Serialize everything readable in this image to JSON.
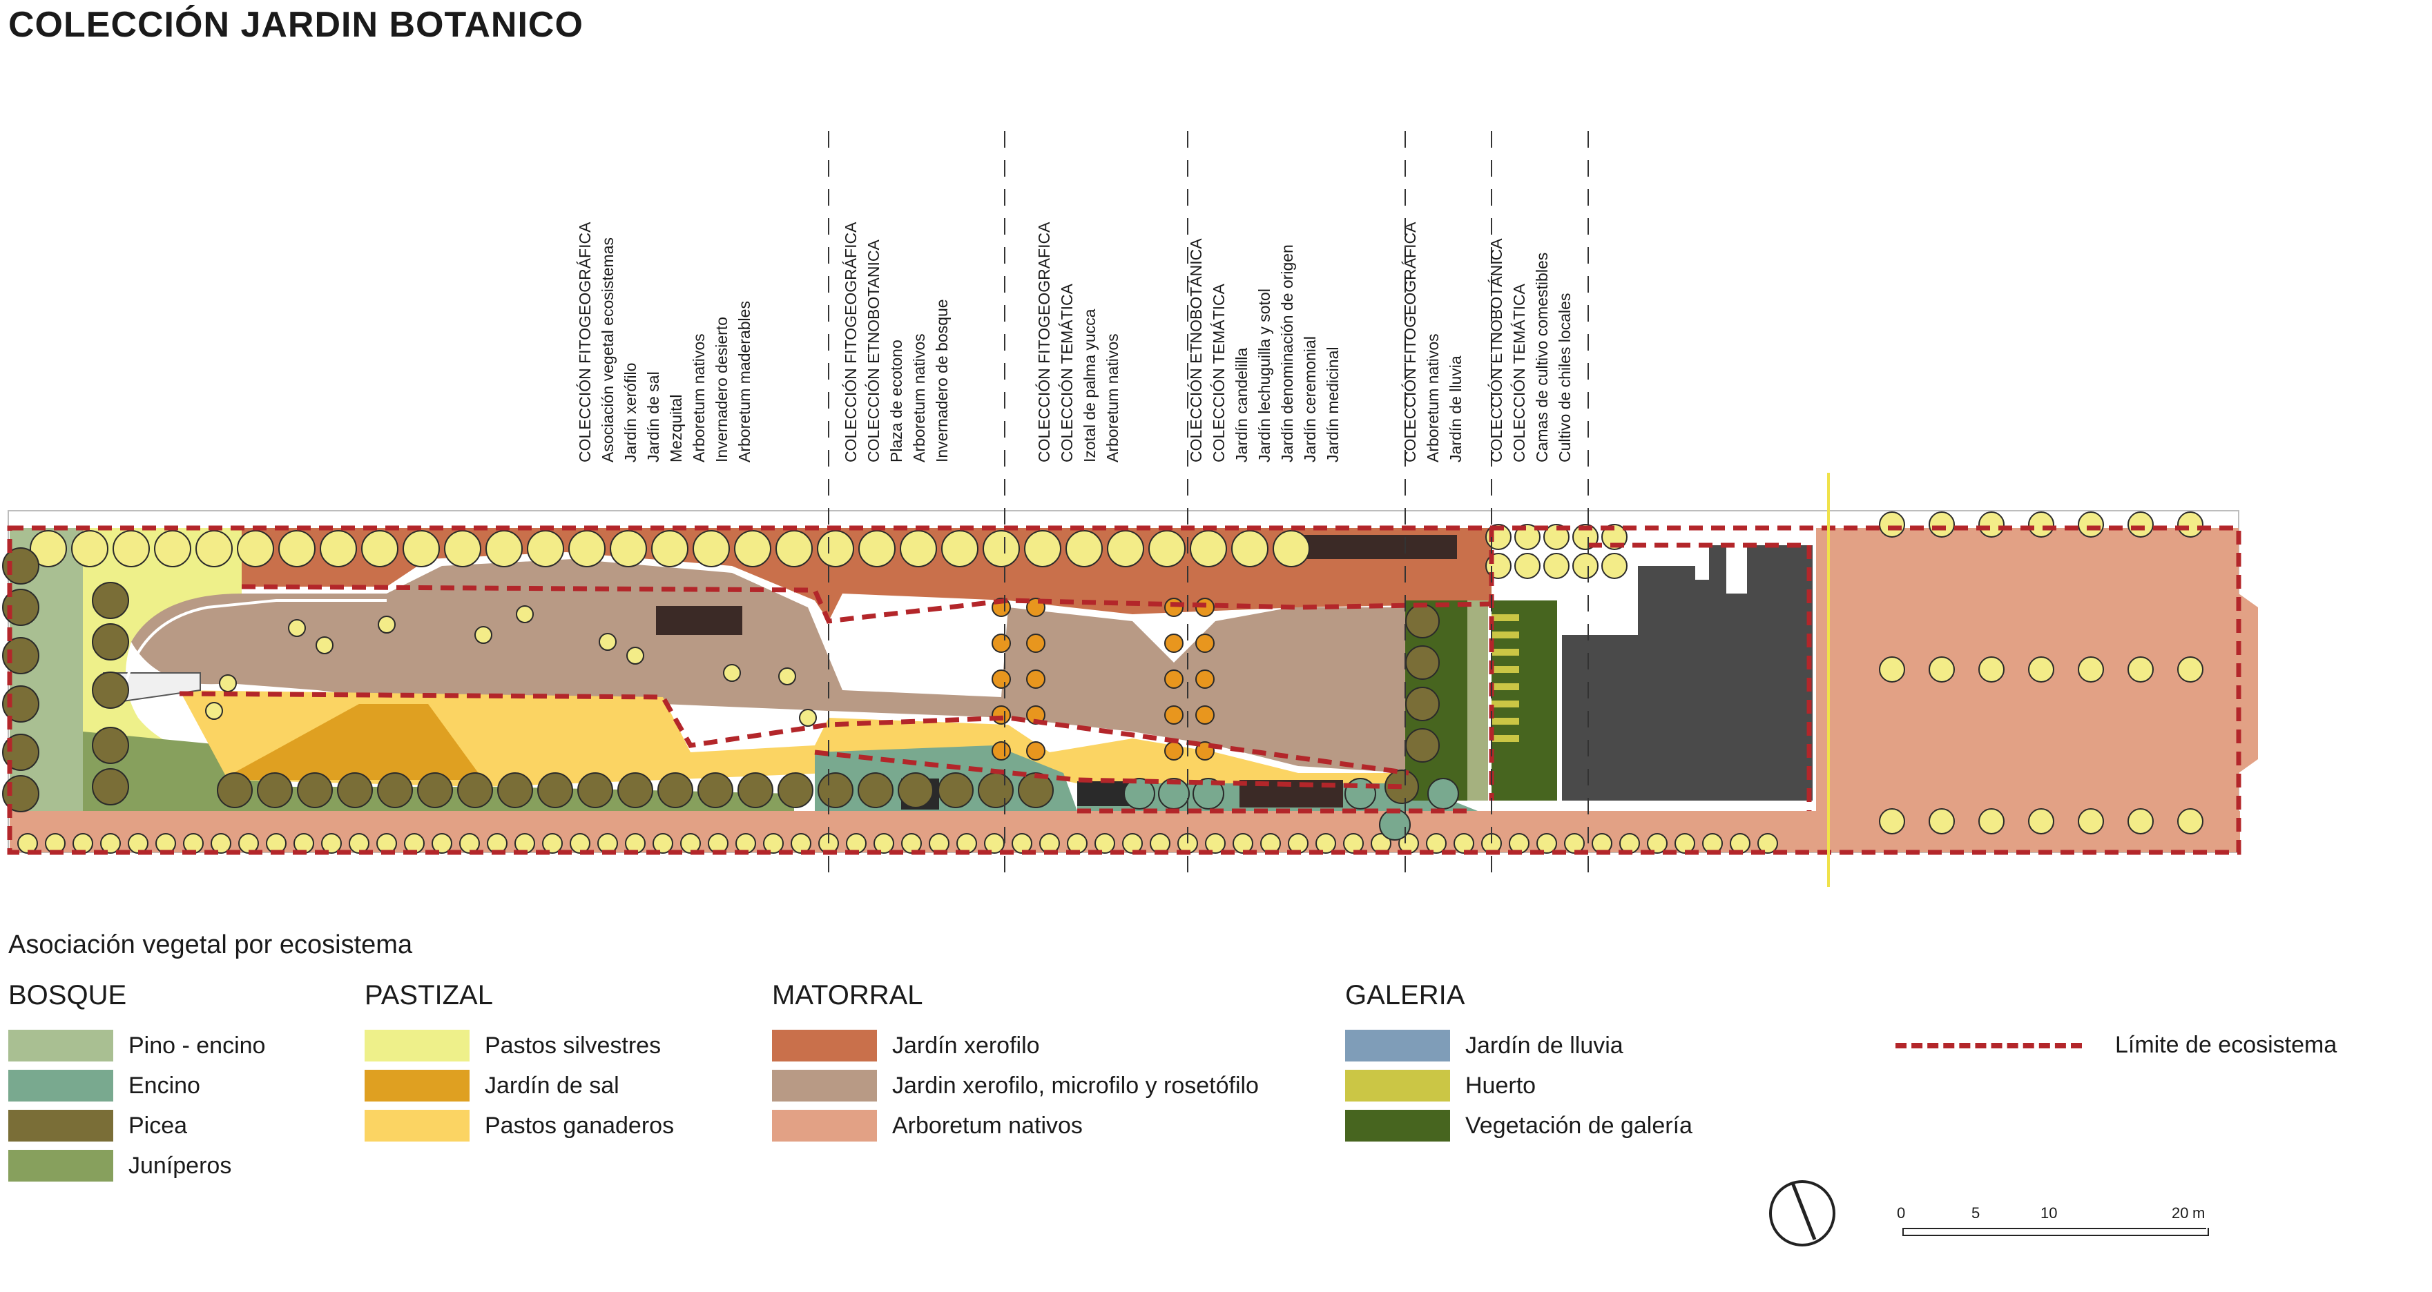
{
  "title": "COLECCIÓN JARDIN BOTANICO",
  "zones": [
    {
      "lines": [
        "COLECCIÓN FITOGEOGRÁFICA",
        "Asociación vegetal ecosistemas",
        "Jardín xerófilo",
        "Jardín de sal",
        "Mezquital",
        "Arboretum nativos",
        "Invernadero desierto",
        "Arboretum maderables"
      ]
    },
    {
      "lines": [
        "COLECCIÓN FITOGEOGRÁFICA",
        "COLECCIÓN ETNOBOTANICA",
        "Plaza de ecotono",
        "Arboretum nativos",
        "Invernadero de bosque"
      ]
    },
    {
      "lines": [
        "COLECCIÓN FITOGEOGRAFICA",
        "COLECCIÓN  TEMÁTICA",
        "Izotal de palma yucca",
        "Arboretum nativos"
      ]
    },
    {
      "lines": [
        "COLECCIÓN ETNOBOTÁNICA",
        "COLECCIÓN TEMÁTICA",
        "Jardín candelilla",
        "Jardín lechuguilla y sotol",
        "Jardín denominación de origen",
        "Jardín ceremonial",
        "Jardín medicinal"
      ]
    },
    {
      "lines": [
        "COLECCIÓN FITOGEOGRÁFICA",
        "Arboretum nativos",
        "Jardín de lluvia"
      ]
    },
    {
      "lines": [
        "COLECCIÓN ETNOBOTÁNICA",
        "COLECCIÓN TEMÁTICA",
        "Camas de cultivo comestibles",
        "Cultivo de chiles locales"
      ]
    }
  ],
  "legend": {
    "title": "Asociación vegetal por ecosistema",
    "groups": [
      {
        "name": "BOSQUE",
        "items": [
          {
            "label": "Pino - encino",
            "color": "#a9bf92"
          },
          {
            "label": "Encino",
            "color": "#79a98f"
          },
          {
            "label": "Picea",
            "color": "#7a6e37"
          },
          {
            "label": "Juníperos",
            "color": "#87a05d"
          }
        ]
      },
      {
        "name": "PASTIZAL",
        "items": [
          {
            "label": "Pastos silvestres",
            "color": "#eef08a"
          },
          {
            "label": "Jardín de sal",
            "color": "#dfa021"
          },
          {
            "label": "Pastos ganaderos",
            "color": "#fbd463"
          }
        ]
      },
      {
        "name": "MATORRAL",
        "items": [
          {
            "label": "Jardín xerofilo",
            "color": "#c9704b"
          },
          {
            "label": "Jardin xerofilo, microfilo y rosetófilo",
            "color": "#b89a85"
          },
          {
            "label": "Arboretum nativos",
            "color": "#e2a185"
          }
        ]
      },
      {
        "name": "GALERIA",
        "items": [
          {
            "label": "Jardín de lluvia",
            "color": "#7f9db8"
          },
          {
            "label": "Huerto",
            "color": "#cbc645"
          },
          {
            "label": "Vegetación de galería",
            "color": "#47651f"
          }
        ]
      }
    ],
    "boundary_label": "Límite de ecosistema",
    "boundary_color": "#b3262a"
  },
  "scale_bar": {
    "ticks": [
      "0",
      "5",
      "10",
      "20"
    ],
    "unit": "m"
  },
  "colors": {
    "tree_fill": "#f3ec88",
    "tree_stroke": "#2a2a2a",
    "picea": "#7a6e37",
    "building": "#4a4a4a",
    "greenhouse": "#3b2a26",
    "orange_tree": "#e8961e"
  },
  "icons": [
    "north-arrow-icon",
    "tree-icon",
    "building-icon",
    "greenhouse-icon"
  ]
}
